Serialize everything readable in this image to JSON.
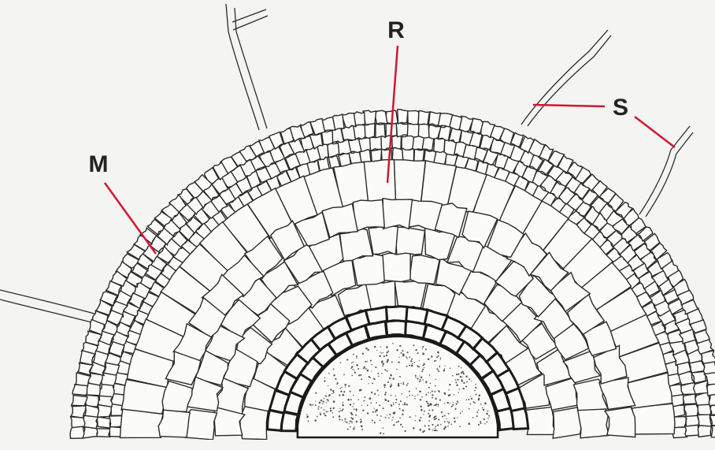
{
  "labels": {
    "r": "R",
    "m": "M",
    "s": "S"
  },
  "colors": {
    "pointer": "#d01830",
    "ink": "#2a2a2a",
    "paper": "#f4f4f2",
    "stele_dots": "#555555"
  }
}
